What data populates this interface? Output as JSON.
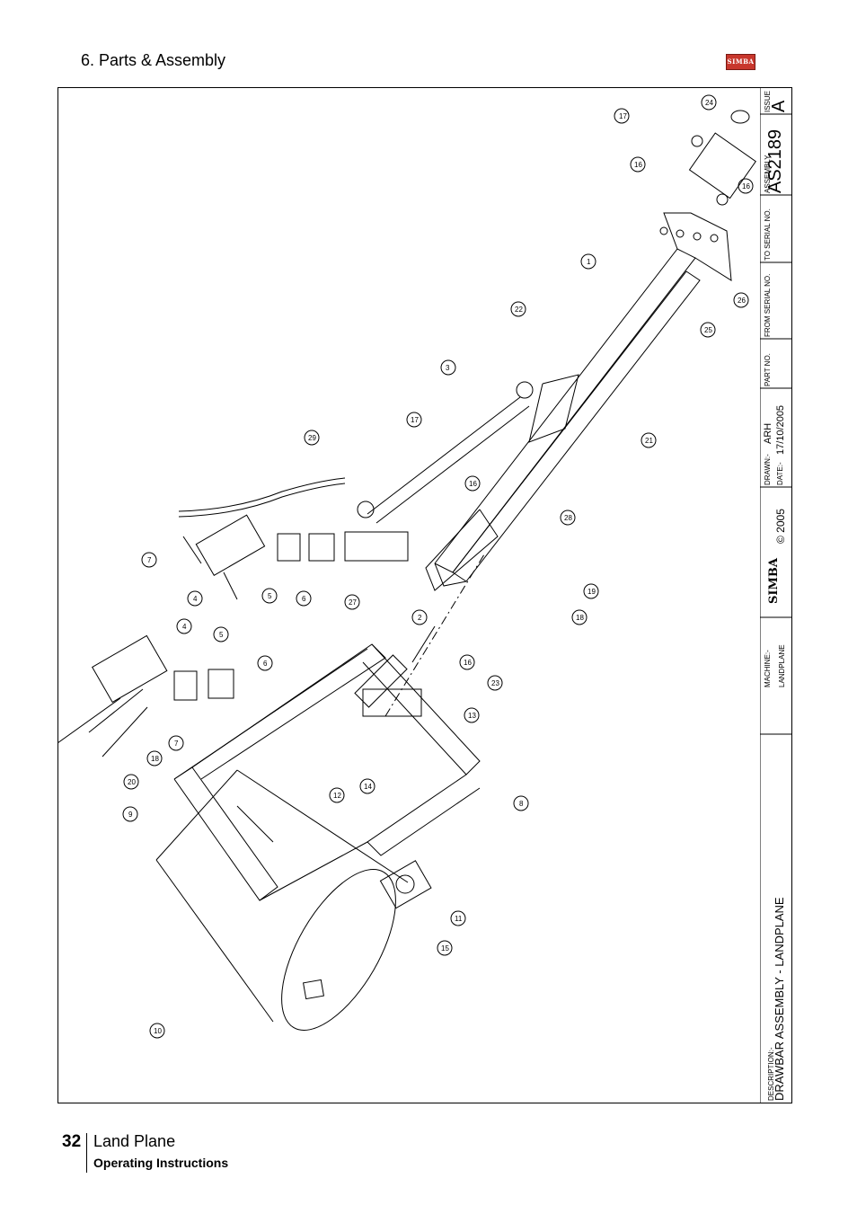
{
  "header": {
    "section_title": "6. Parts & Assembly",
    "logo_text": "SIMBA"
  },
  "title_block": {
    "issue_label": "ISSUE",
    "issue_value": "A",
    "assembly_label": "ASSEMBLY",
    "assembly_value": "AS2189",
    "to_serial_label": "TO SERIAL NO.",
    "from_serial_label": "FROM SERIAL NO.",
    "part_no_label": "PART NO.",
    "drawn_label": "DRAWN:-",
    "drawn_value": "ARH",
    "date_label": "DATE:-",
    "date_value": "17/10/2005",
    "copyright": "© 2005",
    "brand": "SIMBA",
    "machine_label": "MACHINE:-",
    "machine_value": "LANDPLANE",
    "description_label": "DESCRIPTION:-",
    "description_value": "DRAWBAR ASSEMBLY - LANDPLANE"
  },
  "callouts": [
    "17",
    "24",
    "16",
    "16",
    "1",
    "22",
    "3",
    "25",
    "26",
    "21",
    "29",
    "17",
    "16",
    "28",
    "7",
    "4",
    "5",
    "6",
    "27",
    "2",
    "19",
    "18",
    "16",
    "23",
    "4",
    "5",
    "6",
    "13",
    "7",
    "18",
    "20",
    "14",
    "12",
    "9",
    "8",
    "11",
    "15",
    "10"
  ],
  "footer": {
    "page_number": "32",
    "product": "Land Plane",
    "subtitle": "Operating Instructions"
  }
}
